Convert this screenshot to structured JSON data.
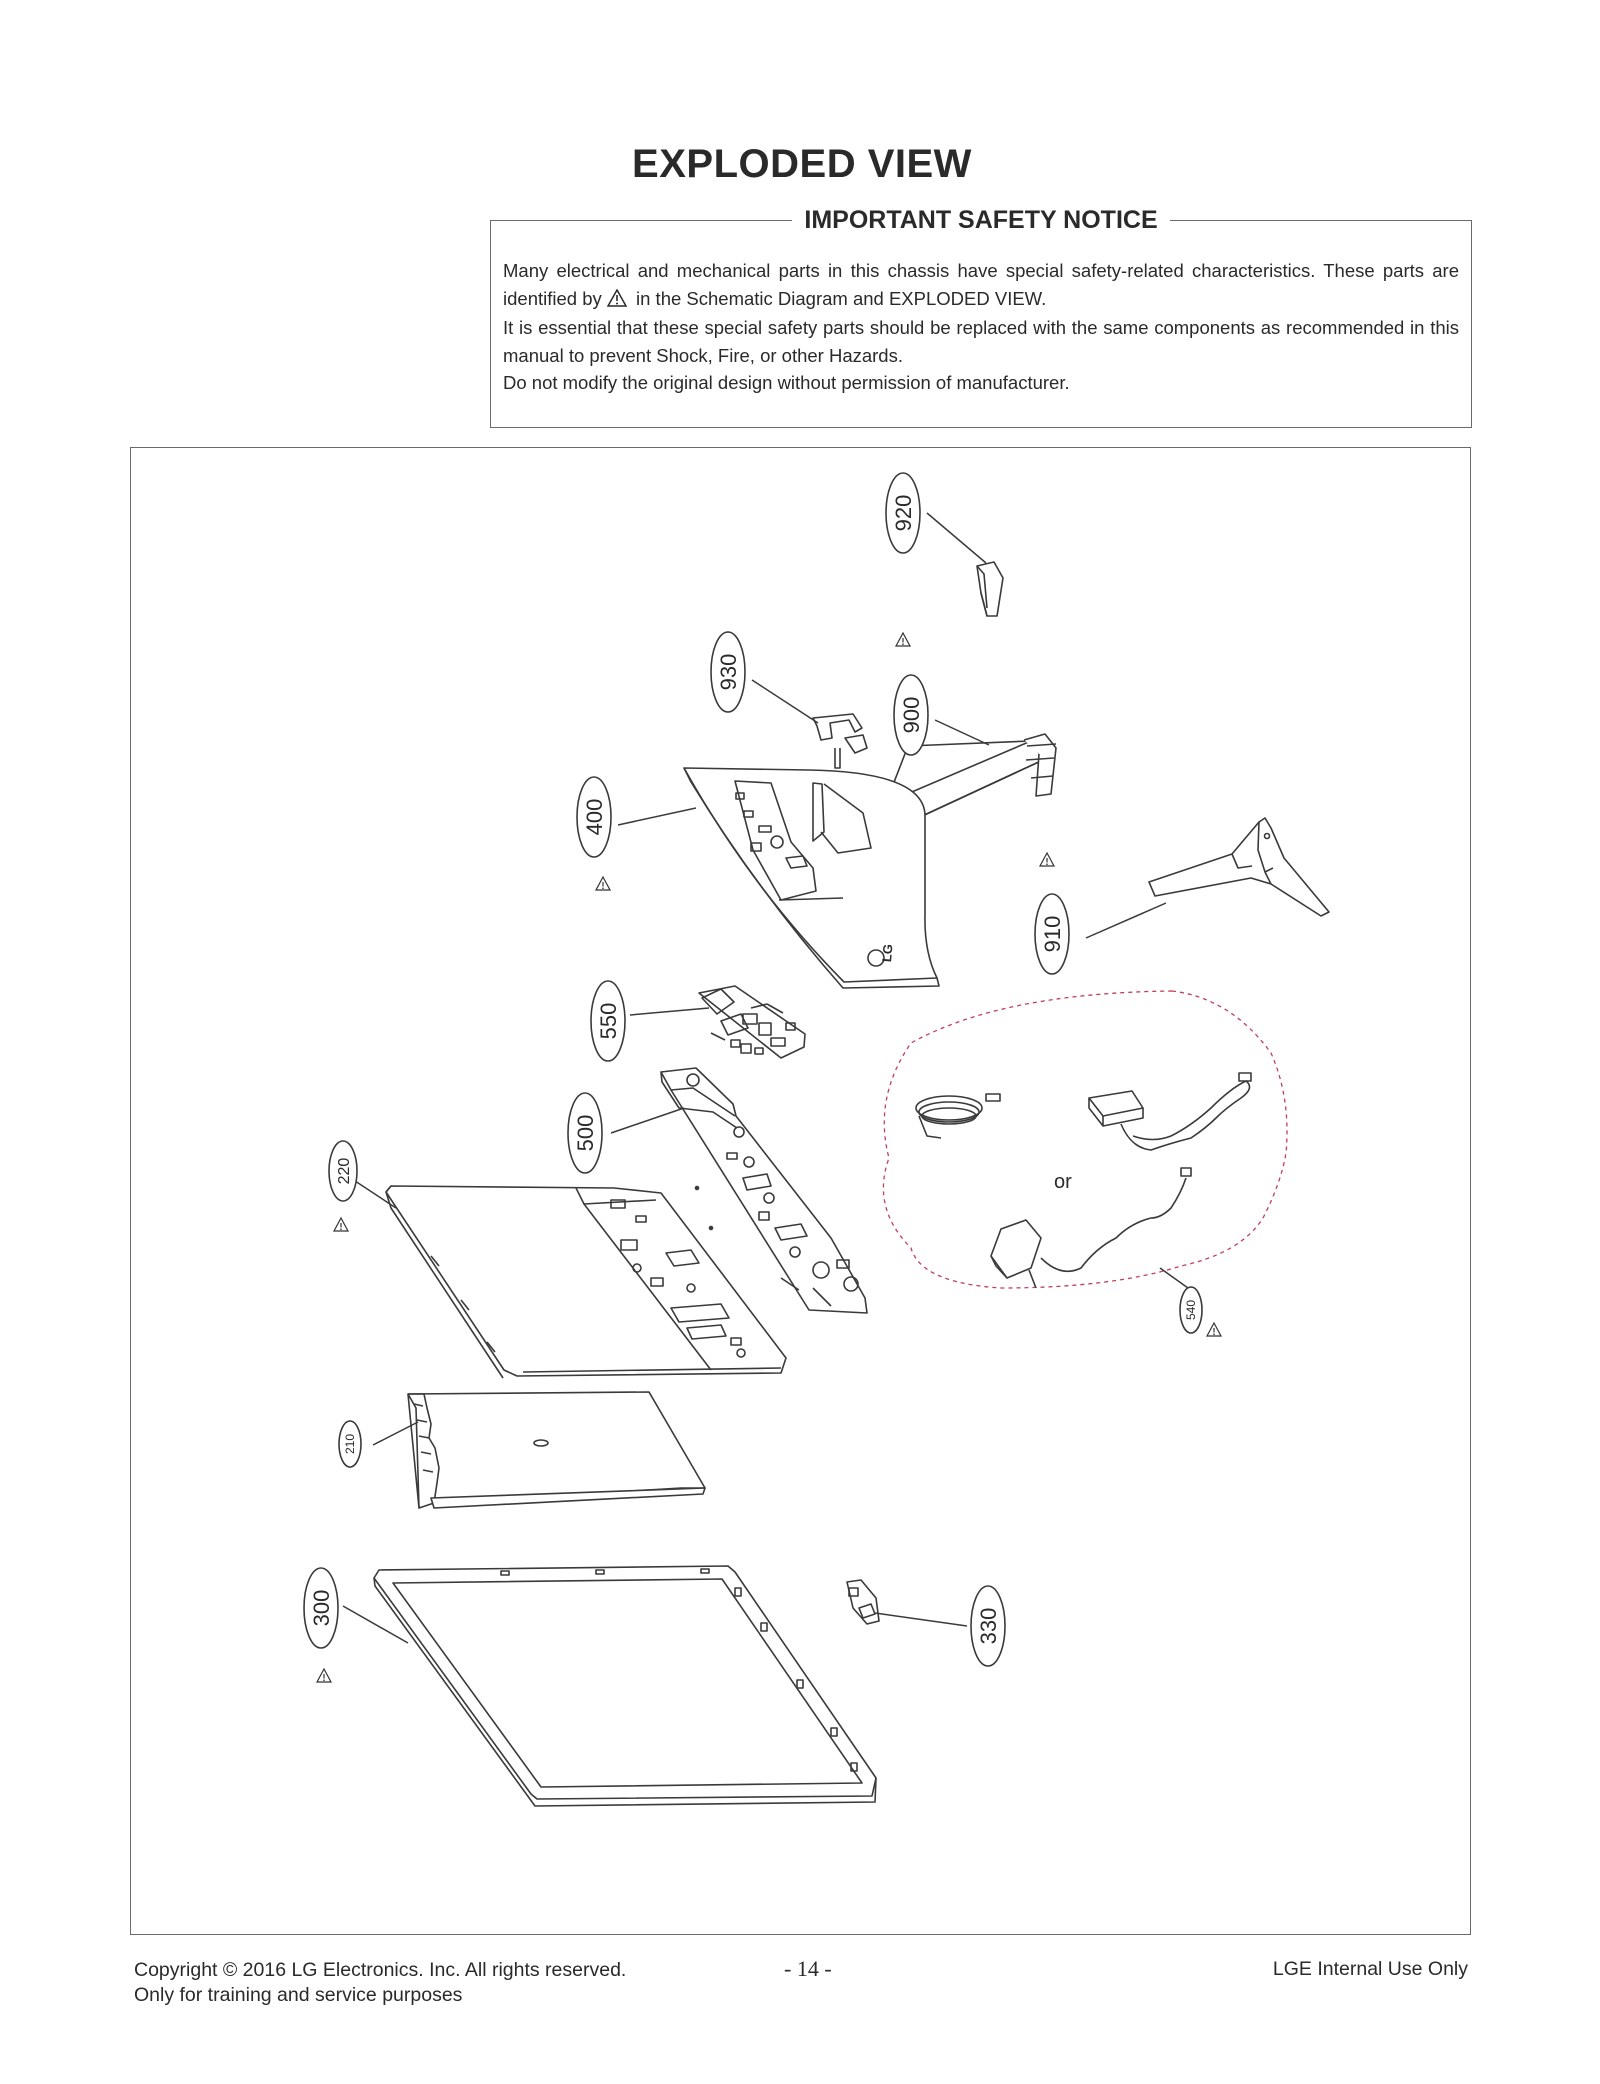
{
  "title": "EXPLODED VIEW",
  "notice": {
    "title": "IMPORTANT SAFETY NOTICE",
    "line1a": "Many electrical and mechanical parts in this chassis have special safety-related characteristics. These parts are identified by",
    "line1b": "in the Schematic Diagram and EXPLODED VIEW.",
    "line2": "It is essential that these special safety parts should be replaced with the same components as recommended in this manual to prevent Shock, Fire, or other Hazards.",
    "line3": "Do not modify the original design without permission of manufacturer."
  },
  "diagram": {
    "callouts": {
      "920": "920",
      "930": "930",
      "900": "900",
      "400": "400",
      "910": "910",
      "550": "550",
      "500": "500",
      "220": "220",
      "210": "210",
      "300": "300",
      "330": "330",
      "540": "540"
    },
    "or_label": "or",
    "brand_mark": "LG",
    "warning_icon": "warning-triangle-icon"
  },
  "footer": {
    "copyright": "Copyright  © 2016  LG Electronics. Inc. All rights reserved.",
    "training": "Only for training and service purposes",
    "page": "- 14 -",
    "internal": "LGE Internal Use Only"
  }
}
